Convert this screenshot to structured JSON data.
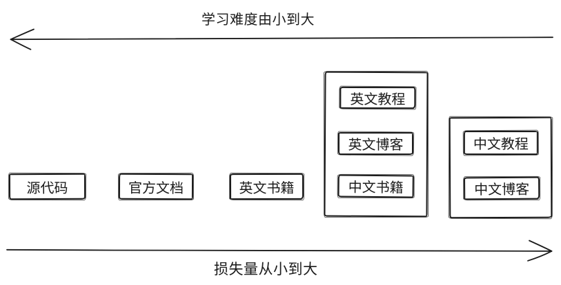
{
  "colors": {
    "stroke": "#1b1b1b",
    "background": "#ffffff"
  },
  "top_axis": {
    "label": "学习难度由小到大",
    "arrow_direction": "left"
  },
  "bottom_axis": {
    "label": "损失量从小到大",
    "arrow_direction": "right"
  },
  "boxes": [
    {
      "label": "源代码"
    },
    {
      "label": "官方文档"
    },
    {
      "label": "英文书籍"
    }
  ],
  "groups": [
    {
      "items": [
        {
          "label": "英文教程"
        },
        {
          "label": "英文博客"
        },
        {
          "label": "中文书籍"
        }
      ]
    },
    {
      "items": [
        {
          "label": "中文教程"
        },
        {
          "label": "中文博客"
        }
      ]
    }
  ]
}
